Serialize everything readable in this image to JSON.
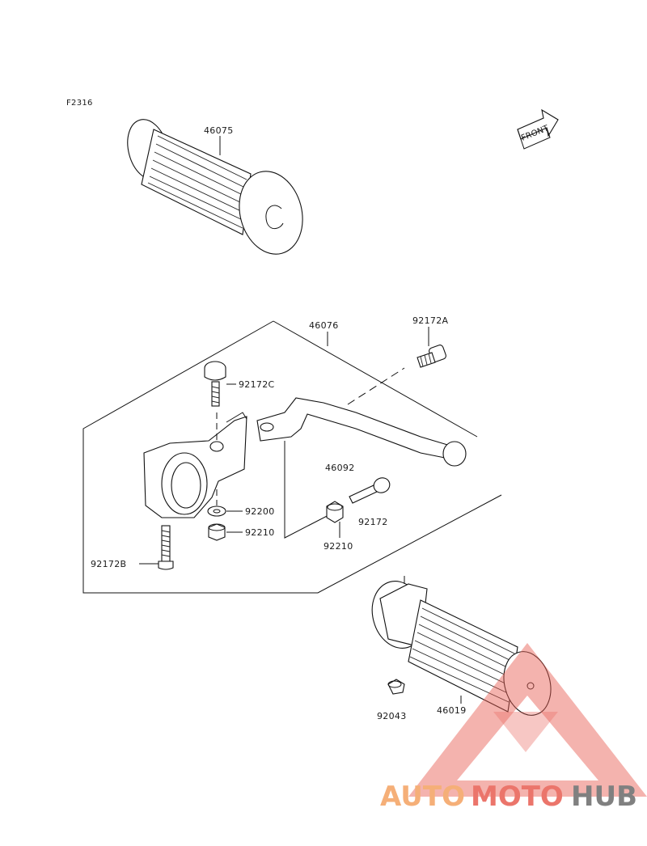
{
  "diagram": {
    "figure_code": "F2316",
    "front_label": "FRONT",
    "parts": {
      "grip_left": "46075",
      "lever_assembly": "46076",
      "bolt_a": "92172A",
      "bolt_c": "92172C",
      "bolt_b": "92172B",
      "lever": "46092",
      "bolt": "92172",
      "washer": "92200",
      "nut_left": "92210",
      "nut_right": "92210",
      "grip_right": "46019",
      "cap": "92043"
    }
  },
  "watermark": {
    "part1": "AUTO",
    "part2": "MOTO",
    "part3": "HUB",
    "colors": {
      "orange": "#f4a261",
      "red": "#e85d52",
      "gray": "#6b6b6b"
    }
  }
}
